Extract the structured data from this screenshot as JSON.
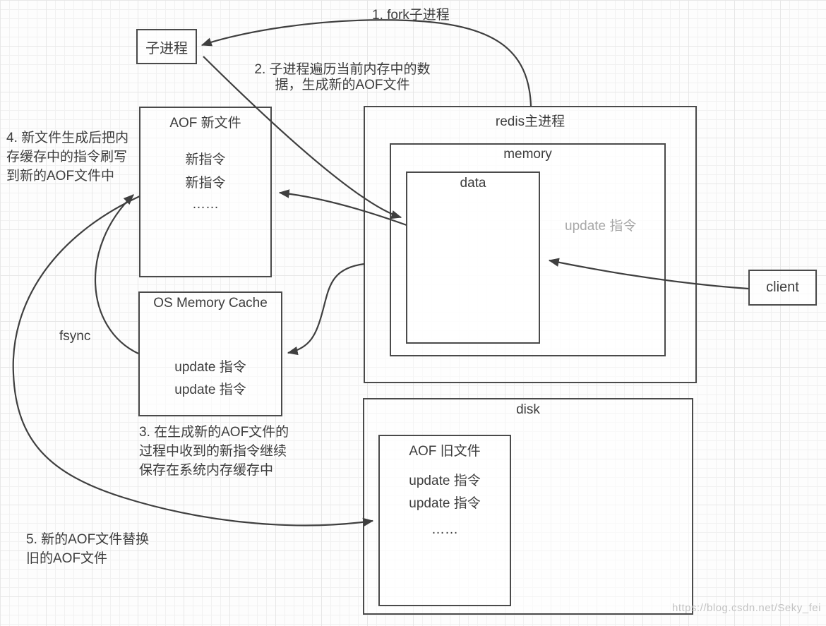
{
  "boxes": {
    "child_process": {
      "label": "子进程"
    },
    "aof_new": {
      "title": "AOF 新文件",
      "line1": "新指令",
      "line2": "新指令",
      "dots": "……"
    },
    "os_cache": {
      "title": "OS Memory Cache",
      "line1": "update 指令",
      "line2": "update 指令"
    },
    "redis_main": {
      "title": "redis主进程",
      "update_label": "update 指令"
    },
    "memory": {
      "title": "memory"
    },
    "data": {
      "title": "data"
    },
    "client": {
      "label": "client"
    },
    "disk": {
      "title": "disk"
    },
    "aof_old": {
      "title": "AOF 旧文件",
      "line1": "update 指令",
      "line2": "update 指令",
      "dots": "……"
    }
  },
  "annotations": {
    "step1": "1. fork子进程",
    "step2": "2. 子进程遍历当前内存中的数\n据，生成新的AOF文件",
    "step3": "3. 在生成新的AOF文件的\n过程中收到的新指令继续\n保存在系统内存缓存中",
    "step4": "4. 新文件生成后把内\n存缓存中的指令刷写\n到新的AOF文件中",
    "step5": "5. 新的AOF文件替换\n旧的AOF文件",
    "fsync": "fsync"
  },
  "watermark": "https://blog.csdn.net/Seky_fei",
  "colors": {
    "border": "#4a4a4a",
    "arrow": "#3f3f3f",
    "text": "#3d3d3d",
    "watermark": "#bdbdbd"
  }
}
